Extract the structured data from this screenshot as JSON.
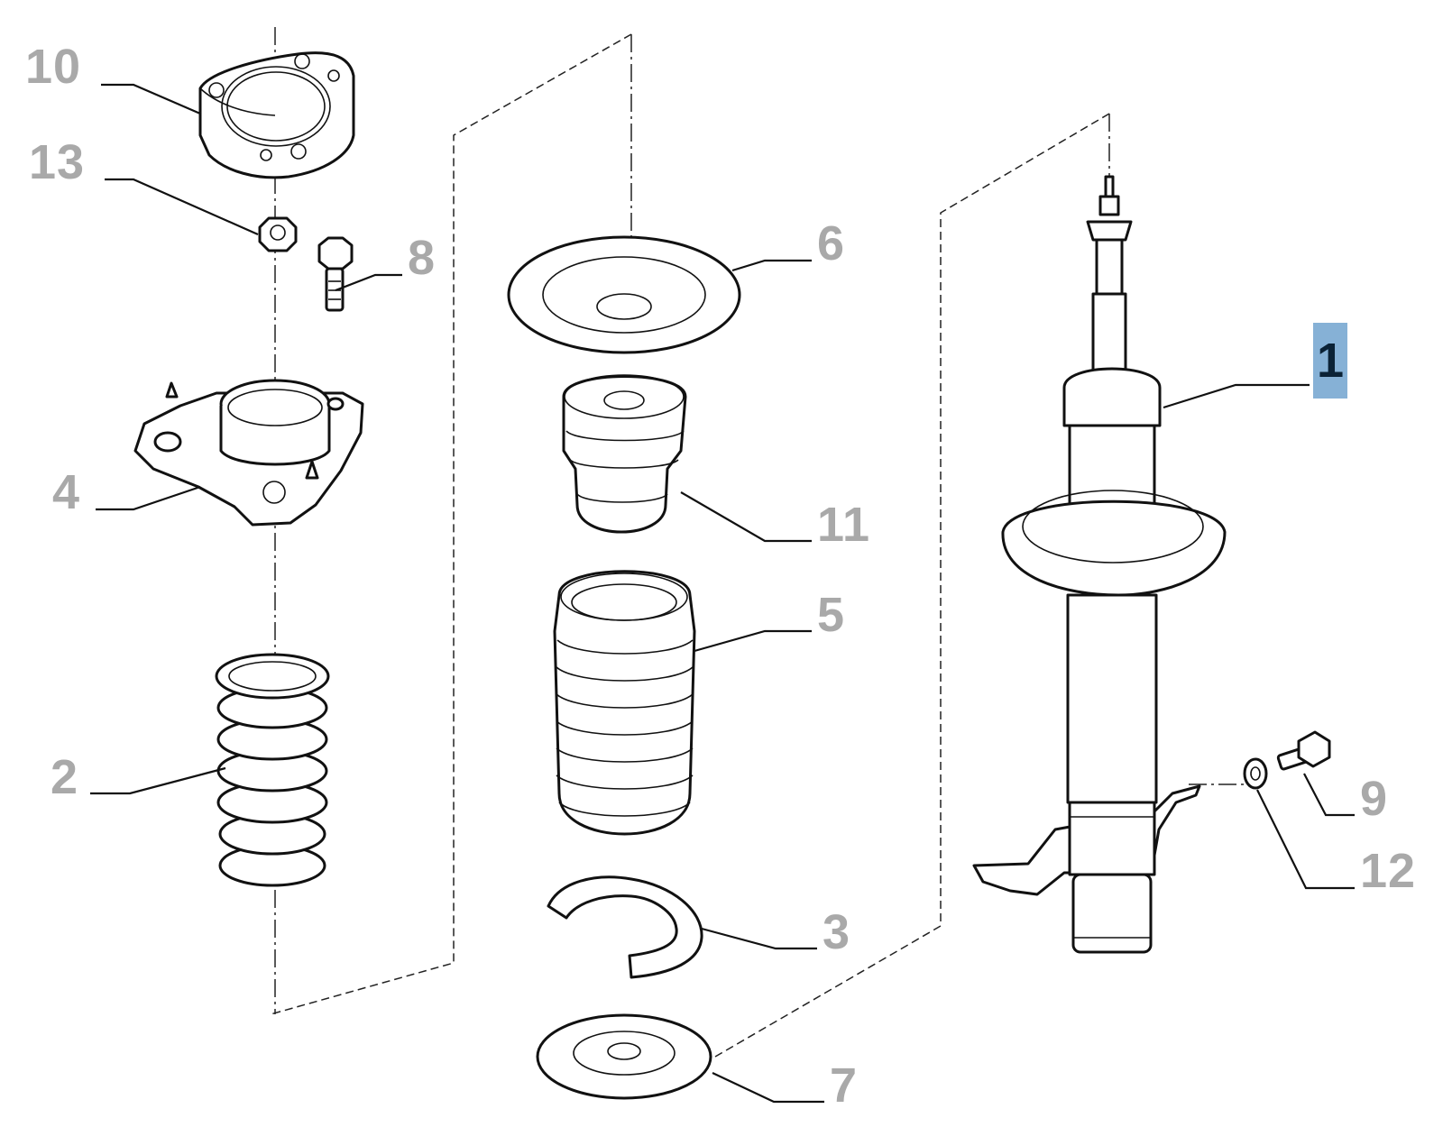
{
  "diagram": {
    "type": "exploded-parts-diagram",
    "subject": "front suspension strut assembly",
    "highlighted_part": "1",
    "callouts": [
      {
        "id": "10",
        "label": "10",
        "part": "strut top plate"
      },
      {
        "id": "13",
        "label": "13",
        "part": "nut"
      },
      {
        "id": "8",
        "label": "8",
        "part": "bolt"
      },
      {
        "id": "4",
        "label": "4",
        "part": "strut mount"
      },
      {
        "id": "2",
        "label": "2",
        "part": "coil spring"
      },
      {
        "id": "6",
        "label": "6",
        "part": "upper spring seat"
      },
      {
        "id": "11",
        "label": "11",
        "part": "bump stop"
      },
      {
        "id": "5",
        "label": "5",
        "part": "dust boot"
      },
      {
        "id": "3",
        "label": "3",
        "part": "spring insulator"
      },
      {
        "id": "7",
        "label": "7",
        "part": "lower spring pad"
      },
      {
        "id": "1",
        "label": "1",
        "part": "shock absorber strut"
      },
      {
        "id": "9",
        "label": "9",
        "part": "bolt"
      },
      {
        "id": "12",
        "label": "12",
        "part": "nut"
      }
    ]
  },
  "colors": {
    "callout_text": "#a9a9a9",
    "highlight_bg": "#86b1d6",
    "highlight_text": "#0b2236",
    "line": "#111111"
  }
}
